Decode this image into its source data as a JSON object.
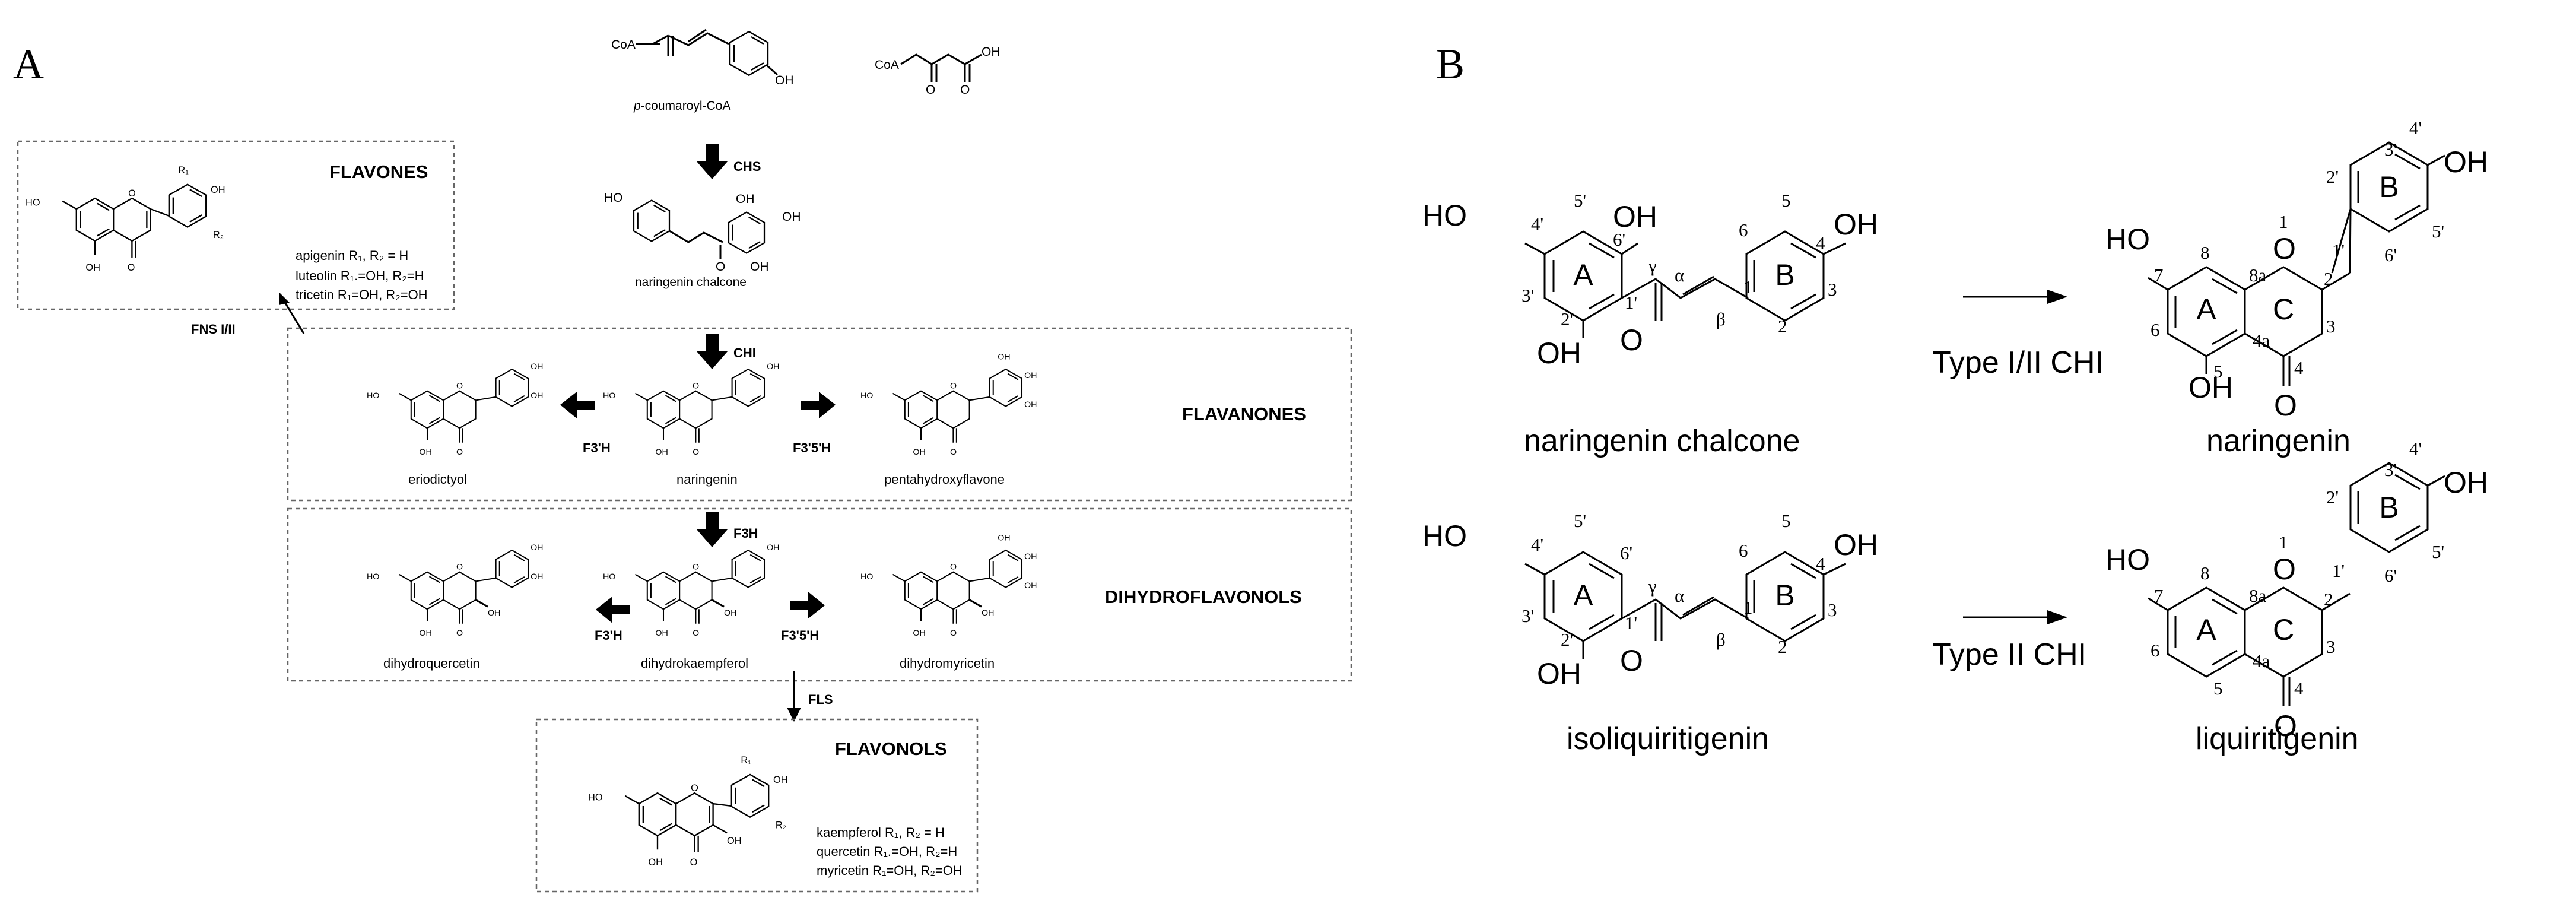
{
  "panel_a": {
    "letter": "A",
    "start_compounds": {
      "cinnamoyl_label": "p-coumaroyl-CoA",
      "cinnamoyl_prefix": "p",
      "cinnamoyl_rest": "-coumaroyl-CoA",
      "coa": "CoA",
      "oh": "OH",
      "malonyl_coa": "CoA"
    },
    "enzymes": {
      "chs": "CHS",
      "chi": "CHI",
      "f3h": "F3H",
      "fls": "FLS",
      "fns": "FNS I/II",
      "f3h_prime": "F3'H",
      "f35h": "F3'5'H"
    },
    "classes": {
      "flavones": "FLAVONES",
      "flavanones": "FLAVANONES",
      "dihydroflavonols": "DIHYDROFLAVONOLS",
      "flavonols": "FLAVONOLS"
    },
    "compounds": {
      "naringenin_chalcone": "naringenin chalcone",
      "eriodictyol": "eriodictyol",
      "naringenin": "naringenin",
      "pentahydroxyflavone": "pentahydroxyflavone",
      "dihydroquercetin": "dihydroquercetin",
      "dihydrokaempferol": "dihydrokaempferol",
      "dihydromyricetin": "dihydromyricetin"
    },
    "flavones_list": [
      "apigenin R₁, R₂ = H",
      "luteolin R₁.=OH, R₂=H",
      "tricetin R₁=OH, R₂=OH"
    ],
    "flavonols_list": [
      "kaempferol R₁, R₂ = H",
      "quercetin R₁.=OH, R₂=H",
      "myricetin R₁=OH, R₂=OH"
    ],
    "atoms": {
      "ho": "HO",
      "oh": "OH",
      "o": "O",
      "r1": "R₁",
      "r2": "R₂"
    }
  },
  "panel_b": {
    "letter": "B",
    "reactions": [
      {
        "substrate": "naringenin chalcone",
        "enzyme": "Type I/II CHI",
        "product": "naringenin"
      },
      {
        "substrate": "isoliquiritigenin",
        "enzyme": "Type II CHI",
        "product": "liquiritigenin"
      }
    ],
    "ring_labels": {
      "a": "A",
      "b": "B",
      "c": "C"
    },
    "chalcone_numbers": {
      "p4": "4'",
      "p5": "5'",
      "p6": "6'",
      "p1": "1'",
      "p2": "2'",
      "p3": "3'",
      "gamma": "γ",
      "alpha": "α",
      "beta": "β",
      "n1": "1",
      "n2": "2",
      "n3": "3",
      "n4": "4",
      "n5": "5",
      "n6": "6"
    },
    "flavanone_numbers": {
      "o1": "1",
      "n2": "2",
      "n3": "3",
      "n4": "4",
      "n4a": "4a",
      "n5": "5",
      "n6": "6",
      "n7": "7",
      "n8": "8",
      "n8a": "8a",
      "p1": "1'",
      "p2": "2'",
      "p3": "3'",
      "p4": "4'",
      "p5": "5'",
      "p6": "6'"
    },
    "atoms": {
      "ho": "HO",
      "oh": "OH",
      "o": "O"
    }
  }
}
